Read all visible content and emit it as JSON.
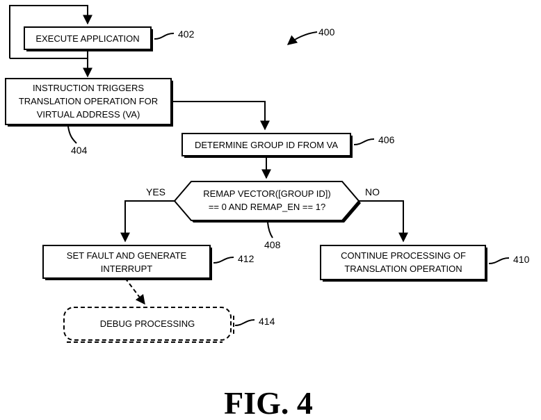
{
  "figure_number": "400",
  "figure_caption": "FIG. 4",
  "steps": {
    "execute": {
      "line1": "EXECUTE APPLICATION",
      "ref": "402"
    },
    "trigger": {
      "line1": "INSTRUCTION TRIGGERS",
      "line2": "TRANSLATION OPERATION FOR",
      "line3": "VIRTUAL ADDRESS (VA)",
      "ref": "404"
    },
    "determine": {
      "line1": "DETERMINE GROUP ID FROM VA",
      "ref": "406"
    },
    "decision": {
      "line1": "REMAP VECTOR([GROUP ID])",
      "line2": "==  0 AND REMAP_EN == 1?",
      "ref": "408",
      "yes": "YES",
      "no": "NO"
    },
    "fault": {
      "line1": "SET FAULT AND GENERATE",
      "line2": "INTERRUPT",
      "ref": "412"
    },
    "continue": {
      "line1": "CONTINUE PROCESSING OF",
      "line2": "TRANSLATION OPERATION",
      "ref": "410"
    },
    "debug": {
      "line1": "DEBUG PROCESSING",
      "ref": "414"
    }
  }
}
